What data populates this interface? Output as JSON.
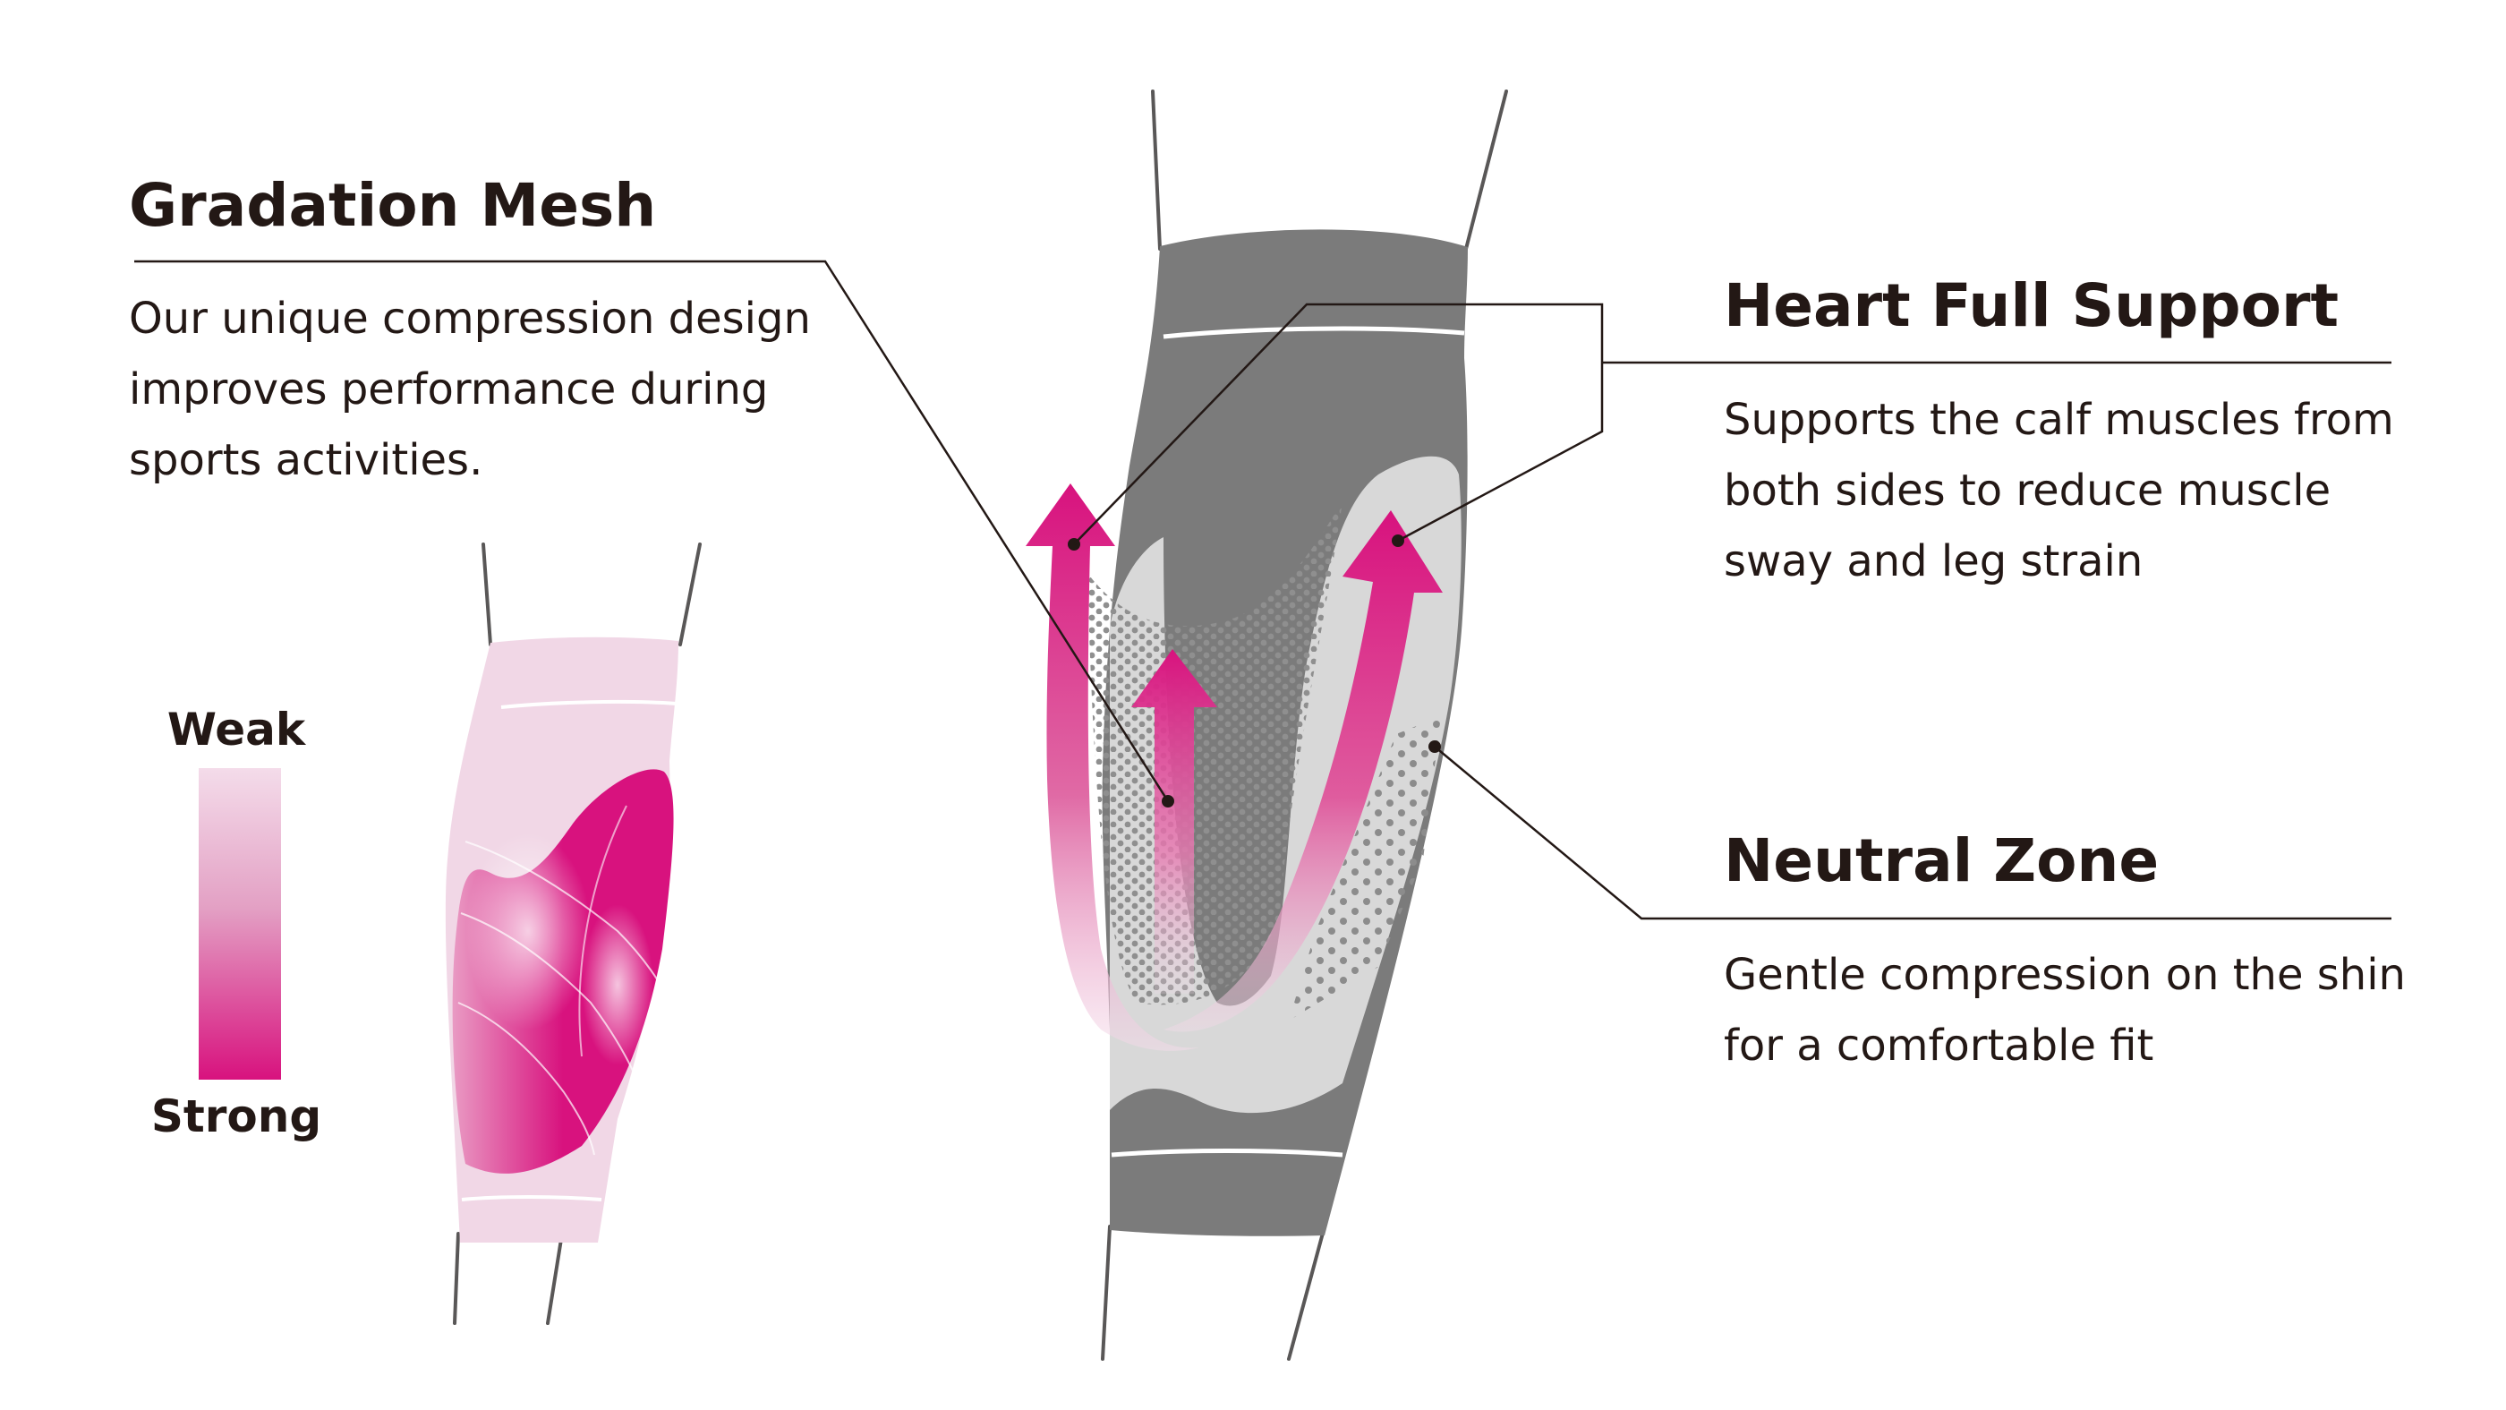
{
  "callouts": {
    "gradation_mesh": {
      "title": "Gradation Mesh",
      "lines": [
        "Our unique compression design",
        "improves performance during",
        "sports activities."
      ]
    },
    "heart_full_support": {
      "title": "Heart Full Support",
      "lines": [
        "Supports the calf muscles from",
        "both sides to reduce muscle",
        "sway and leg strain"
      ]
    },
    "neutral_zone": {
      "title": "Neutral Zone",
      "lines": [
        "Gentle compression on the shin",
        "for a comfortable fit"
      ]
    }
  },
  "scale": {
    "top_label": "Weak",
    "bottom_label": "Strong"
  },
  "colors": {
    "magenta": "#d8127e",
    "pale_pink": "#f1d7e6",
    "sleeve_dark": "#7b7b7b",
    "neutral_light": "#d8d8d8",
    "text": "#231815"
  }
}
